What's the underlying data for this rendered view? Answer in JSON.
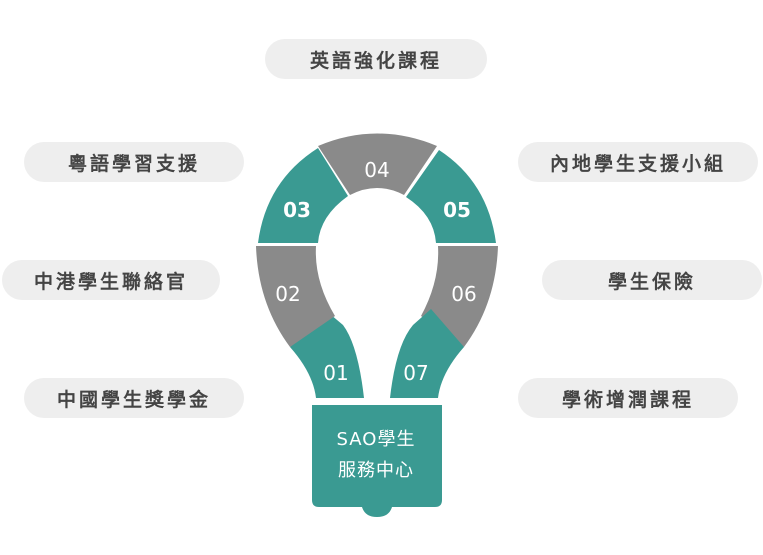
{
  "colors": {
    "teal": "#3a9a92",
    "gray": "#8a8a8a",
    "pill_bg": "#eeeeee",
    "pill_text": "#444444"
  },
  "center": {
    "line1": "SAO學生",
    "line2": "服務中心"
  },
  "segments": [
    {
      "num": "01",
      "color": "teal"
    },
    {
      "num": "02",
      "color": "gray"
    },
    {
      "num": "03",
      "color": "teal"
    },
    {
      "num": "04",
      "color": "gray"
    },
    {
      "num": "05",
      "color": "teal"
    },
    {
      "num": "06",
      "color": "gray"
    },
    {
      "num": "07",
      "color": "teal"
    }
  ],
  "labels": [
    "中國學生獎學金",
    "中港學生聯絡官",
    "粵語學習支援",
    "英語強化課程",
    "內地學生支援小組",
    "學生保險",
    "學術增潤課程"
  ]
}
